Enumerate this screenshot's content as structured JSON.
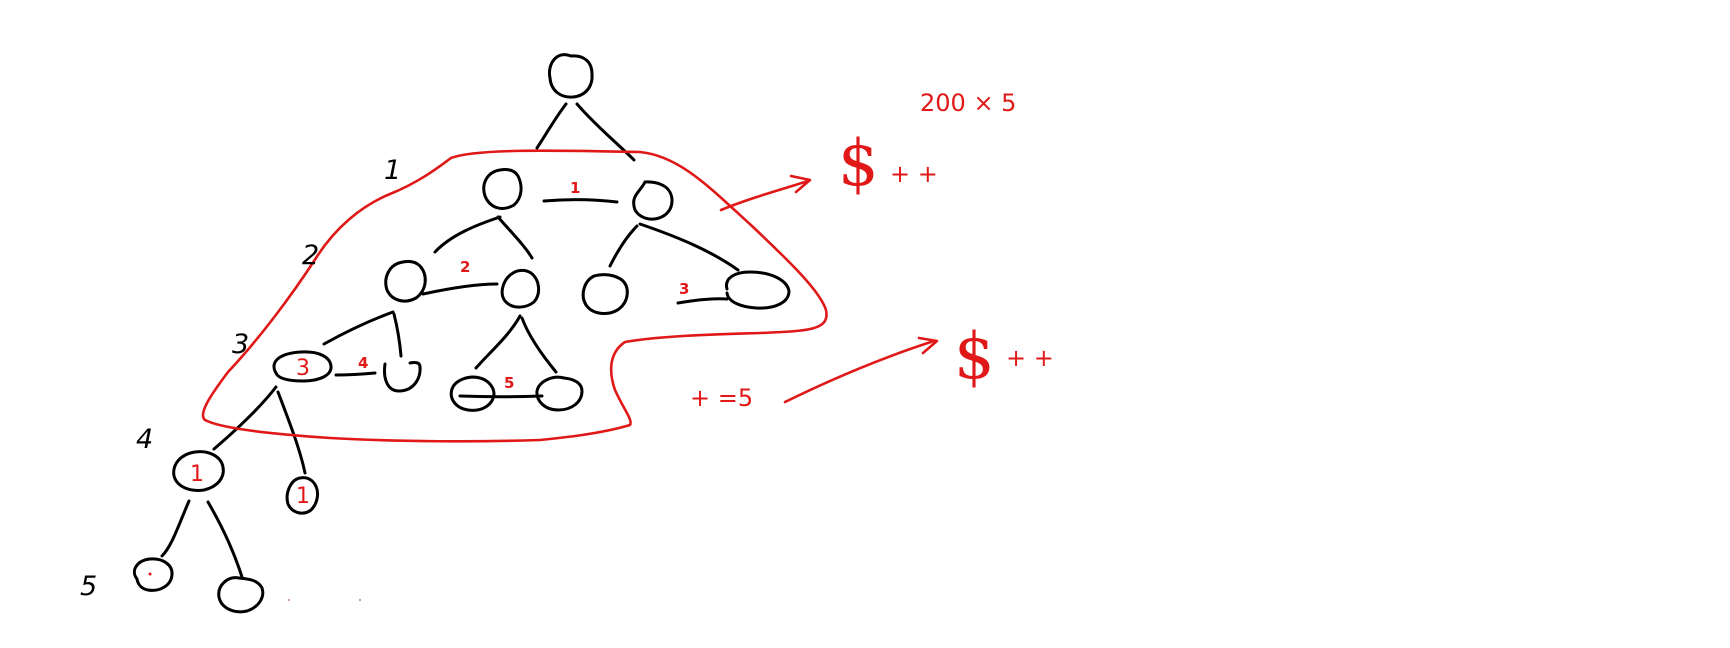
{
  "colors": {
    "ink": "#000000",
    "annotation": "#e01818",
    "background": "#ffffff"
  },
  "level_labels": [
    "1",
    "2",
    "3",
    "4",
    "5"
  ],
  "edge_labels": [
    "1",
    "2",
    "3",
    "4",
    "5"
  ],
  "node_labels": [
    "3",
    "1",
    "1"
  ],
  "annotations": {
    "cost": "200 × 5",
    "dollar_upper": "$",
    "plus_upper": "+ +",
    "plus_eq": "+ =5",
    "dollar_lower": "$",
    "plus_lower": "+ +"
  }
}
